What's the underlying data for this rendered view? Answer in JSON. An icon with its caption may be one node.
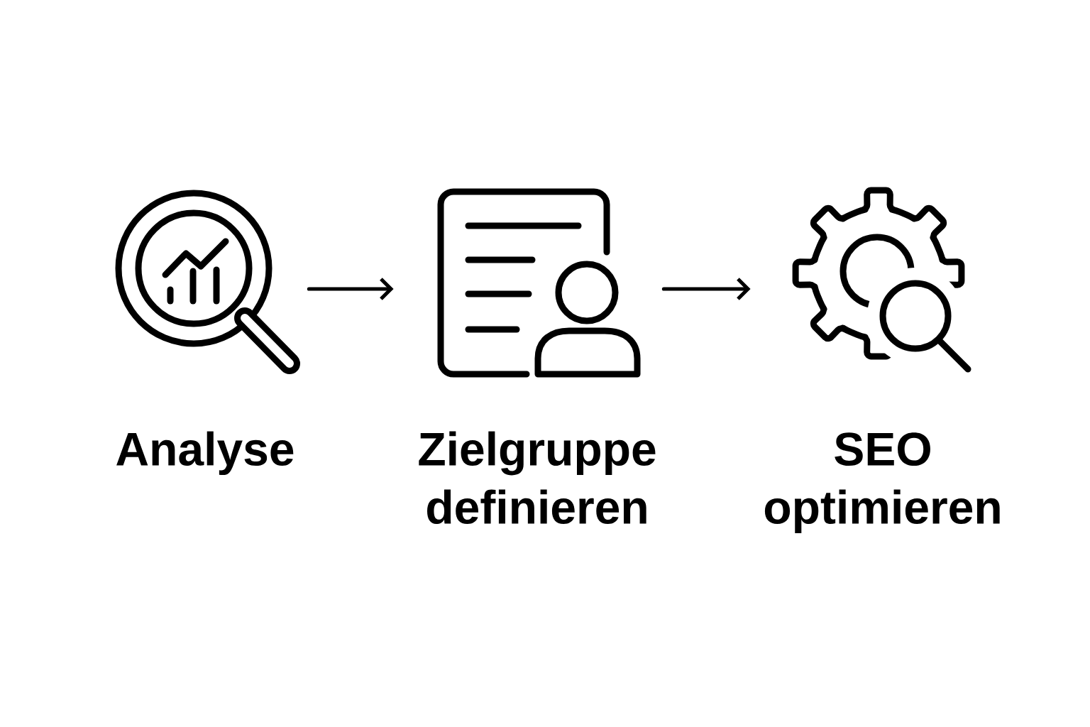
{
  "diagram": {
    "nodes": [
      {
        "text": [
          "Analyse"
        ]
      },
      {
        "text": [
          "Zielgruppe definieren"
        ]
      },
      {
        "text": [
          "SEO optimieren"
        ]
      }
    ],
    "edges": [
      {
        "from": 0,
        "to": 1,
        "arrow": "to"
      },
      {
        "from": 1,
        "to": 2,
        "arrow": "to"
      }
    ]
  }
}
